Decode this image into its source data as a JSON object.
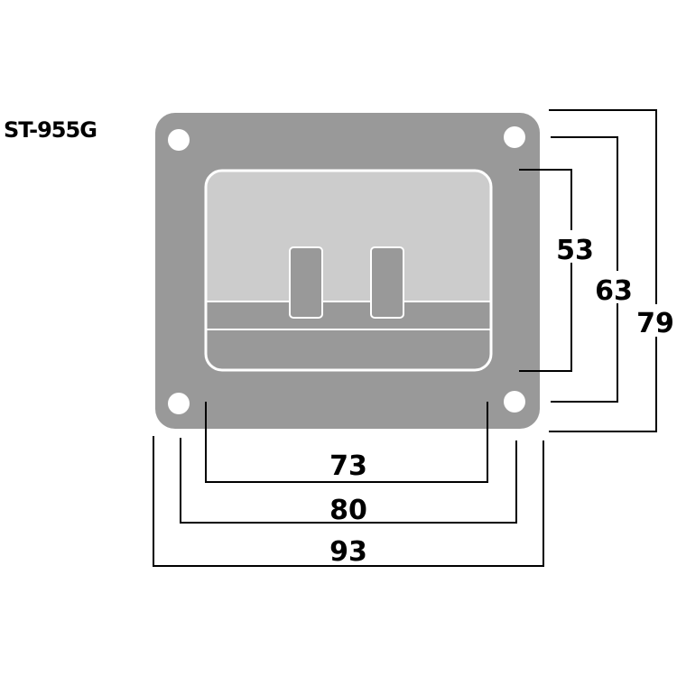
{
  "title": "ST-955G",
  "dimensions": {
    "inner_height": "53",
    "hole_spacing_height": "63",
    "outer_height": "79",
    "inner_width": "73",
    "hole_spacing_width": "80",
    "outer_width": "93"
  },
  "colors": {
    "plate": "#999999",
    "panel_top": "#cccccc",
    "outline": "#ffffff",
    "line": "#000000"
  }
}
